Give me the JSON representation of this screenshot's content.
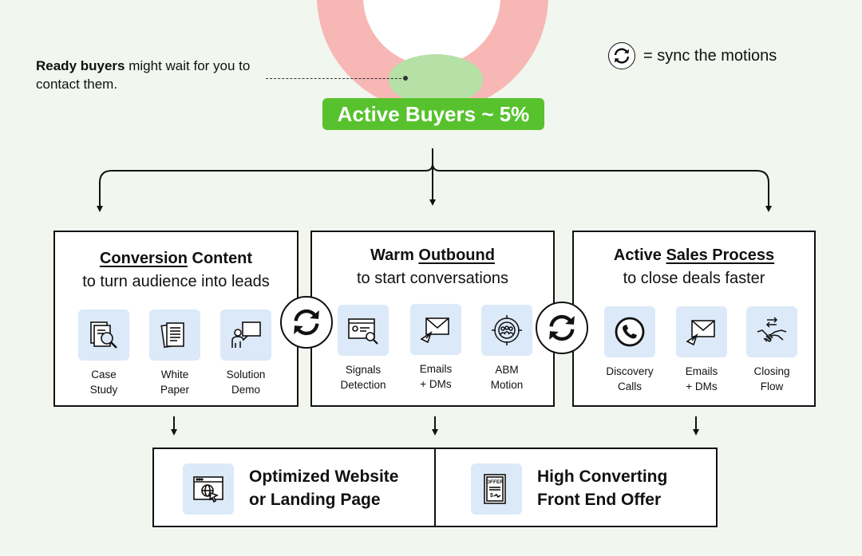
{
  "intro": {
    "bold": "Ready buyers",
    "rest": " might wait for you to contact them."
  },
  "legend": {
    "text": "= sync the motions",
    "icon": "sync-icon"
  },
  "active_buyers": {
    "label": "Active Buyers ~ 5%"
  },
  "colors": {
    "green": "#57c22d",
    "pink": "#f7b7b5",
    "tile": "#dbe9f8",
    "background": "#f1f6ee"
  },
  "boxes": [
    {
      "title_u": "Conversion",
      "title_rest": " Content",
      "subtitle": "to turn audience into leads",
      "items": [
        {
          "line1": "Case",
          "line2": "Study",
          "icon": "case-study-icon"
        },
        {
          "line1": "White",
          "line2": "Paper",
          "icon": "white-paper-icon"
        },
        {
          "line1": "Solution",
          "line2": "Demo",
          "icon": "solution-demo-icon"
        }
      ]
    },
    {
      "title_pre": "Warm ",
      "title_u": "Outbound",
      "subtitle": "to start conversations",
      "items": [
        {
          "line1": "Signals",
          "line2": "Detection",
          "icon": "signals-detection-icon"
        },
        {
          "line1": "Emails",
          "line2": "+ DMs",
          "icon": "email-icon"
        },
        {
          "line1": "ABM",
          "line2": "Motion",
          "icon": "abm-target-icon"
        }
      ]
    },
    {
      "title_pre": "Active ",
      "title_u": "Sales Process",
      "subtitle": "to close deals faster",
      "items": [
        {
          "line1": "Discovery",
          "line2": "Calls",
          "icon": "phone-icon"
        },
        {
          "line1": "Emails",
          "line2": "+ DMs",
          "icon": "email-icon"
        },
        {
          "line1": "Closing",
          "line2": "Flow",
          "icon": "handshake-icon"
        }
      ]
    }
  ],
  "bottom": [
    {
      "line1": "Optimized Website",
      "line2": "or Landing Page",
      "icon": "website-icon"
    },
    {
      "line1": "High Converting",
      "line2": "Front End Offer",
      "icon": "offer-document-icon",
      "icon_text": "OFFER"
    }
  ]
}
